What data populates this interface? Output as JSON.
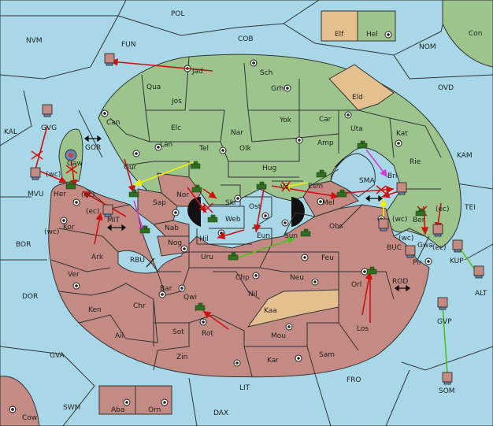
{
  "colors": {
    "sea": "#a8d8e8",
    "green_power": "#9cc48c",
    "red_power": "#c48a84",
    "neutral": "#e4c08e",
    "order_red": "#d01010",
    "order_yellow": "#f0f000",
    "order_magenta": "#d040d0",
    "order_green": "#50c020",
    "unit_army": "#2f6f1f"
  },
  "sea_labels": [
    "POL",
    "NVM",
    "FUN",
    "COB",
    "NOM",
    "Con",
    "OVD",
    "KAL",
    "KAM",
    "TEI",
    "BOR",
    "DOR",
    "GVA",
    "SWM",
    "LIT",
    "DAX",
    "FRO",
    "SOM",
    "ALT",
    "GOR",
    "MIT",
    "RBU",
    "BUC",
    "ROD",
    "GVP",
    "SMA",
    "KUP",
    "GVG",
    "MVU",
    "Cow"
  ],
  "green_labels": [
    "Jad",
    "Sch",
    "Qua",
    "Jos",
    "Grh",
    "Can",
    "Yok",
    "Car",
    "Elc",
    "Nar",
    "Tel",
    "Olk",
    "Amp",
    "Uta",
    "Kat",
    "Gur",
    "Lan",
    "Hug",
    "Rie",
    "Bri",
    "Skr",
    "Ost",
    "Web",
    "Eun",
    "Hil",
    "Gaw",
    "Vil",
    "Esm",
    "Hel"
  ],
  "red_labels": [
    "Nor",
    "Sap",
    "Nab",
    "Nog",
    "Mel",
    "Obs",
    "Sun",
    "Uru",
    "Feu",
    "Chp",
    "Neu",
    "Bar",
    "Qwi",
    "Nil",
    "Chr",
    "Ken",
    "Ail",
    "Rot",
    "Sot",
    "Mou",
    "Zin",
    "Kar",
    "Sam",
    "Los",
    "Orl",
    "Pir",
    "Gwa",
    "Ber",
    "Her",
    "Kor",
    "Ark",
    "Ver",
    "Aba",
    "Orn"
  ],
  "neutral_labels": [
    "Eld",
    "Kaa",
    "Elf"
  ],
  "coast_notes": [
    "(wc)",
    "(ec)",
    "(wc)",
    "(ec)",
    "(wc)",
    "(ec)",
    "(wc)",
    "(ec)"
  ]
}
